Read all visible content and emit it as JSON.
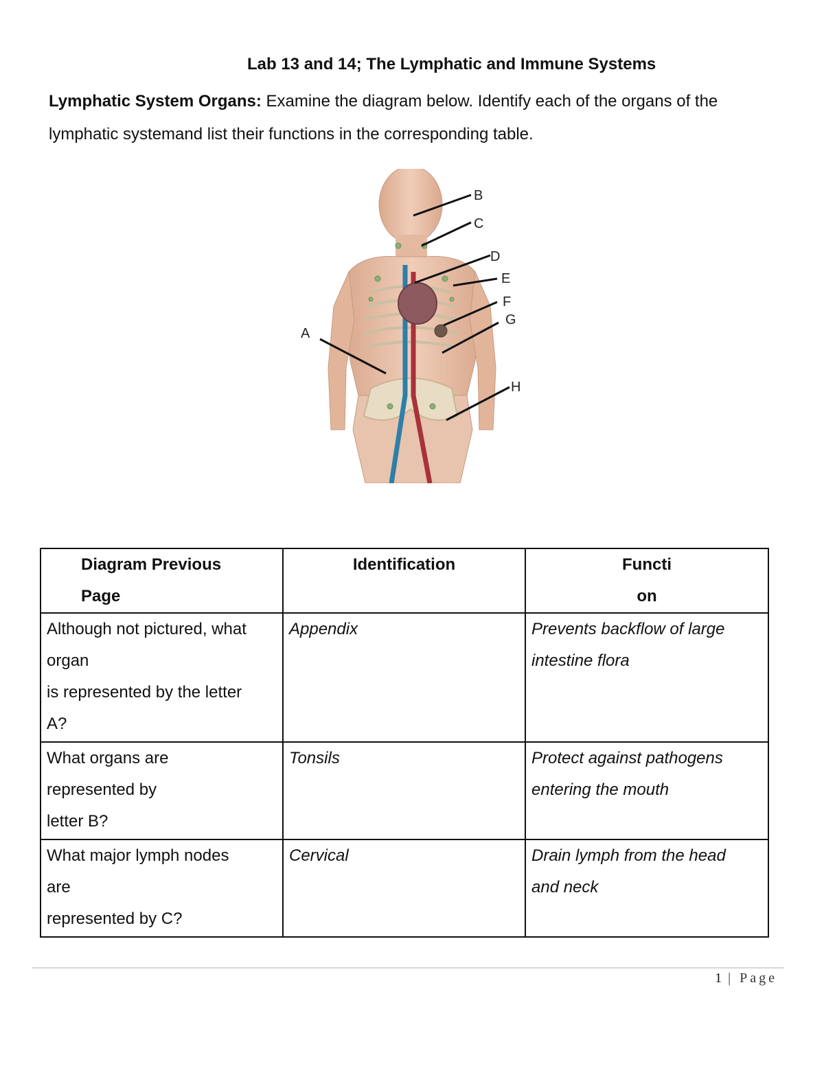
{
  "document": {
    "title": "Lab 13 and 14; The Lymphatic and Immune Systems",
    "intro_bold": "Lymphatic System Organs:",
    "intro_text": " Examine the diagram below. Identify each of the organs of the lymphatic systemand list their functions in the corresponding table."
  },
  "diagram": {
    "labels": [
      "A",
      "B",
      "C",
      "D",
      "E",
      "F",
      "G",
      "H"
    ]
  },
  "table": {
    "headers": {
      "col1": [
        "Diagram Previous",
        "Page"
      ],
      "col2": "Identification",
      "col3": [
        "Functi",
        "on"
      ]
    },
    "rows": [
      {
        "question": [
          "Although not pictured, what",
          "organ",
          "is represented by the letter",
          "A?"
        ],
        "identification": "Appendix",
        "function": [
          "Prevents backflow of large",
          "intestine flora"
        ]
      },
      {
        "question": [
          "What organs are",
          "represented by",
          "letter B?"
        ],
        "identification": "Tonsils",
        "function": [
          "Protect against pathogens",
          "entering the mouth"
        ]
      },
      {
        "question": [
          "What major lymph nodes",
          "are",
          "represented by C?"
        ],
        "identification": "Cervical",
        "function": [
          "Drain lymph from the head",
          "and neck"
        ]
      }
    ]
  },
  "footer": {
    "page_number": "1",
    "separator": " | ",
    "page_label": "Page"
  }
}
